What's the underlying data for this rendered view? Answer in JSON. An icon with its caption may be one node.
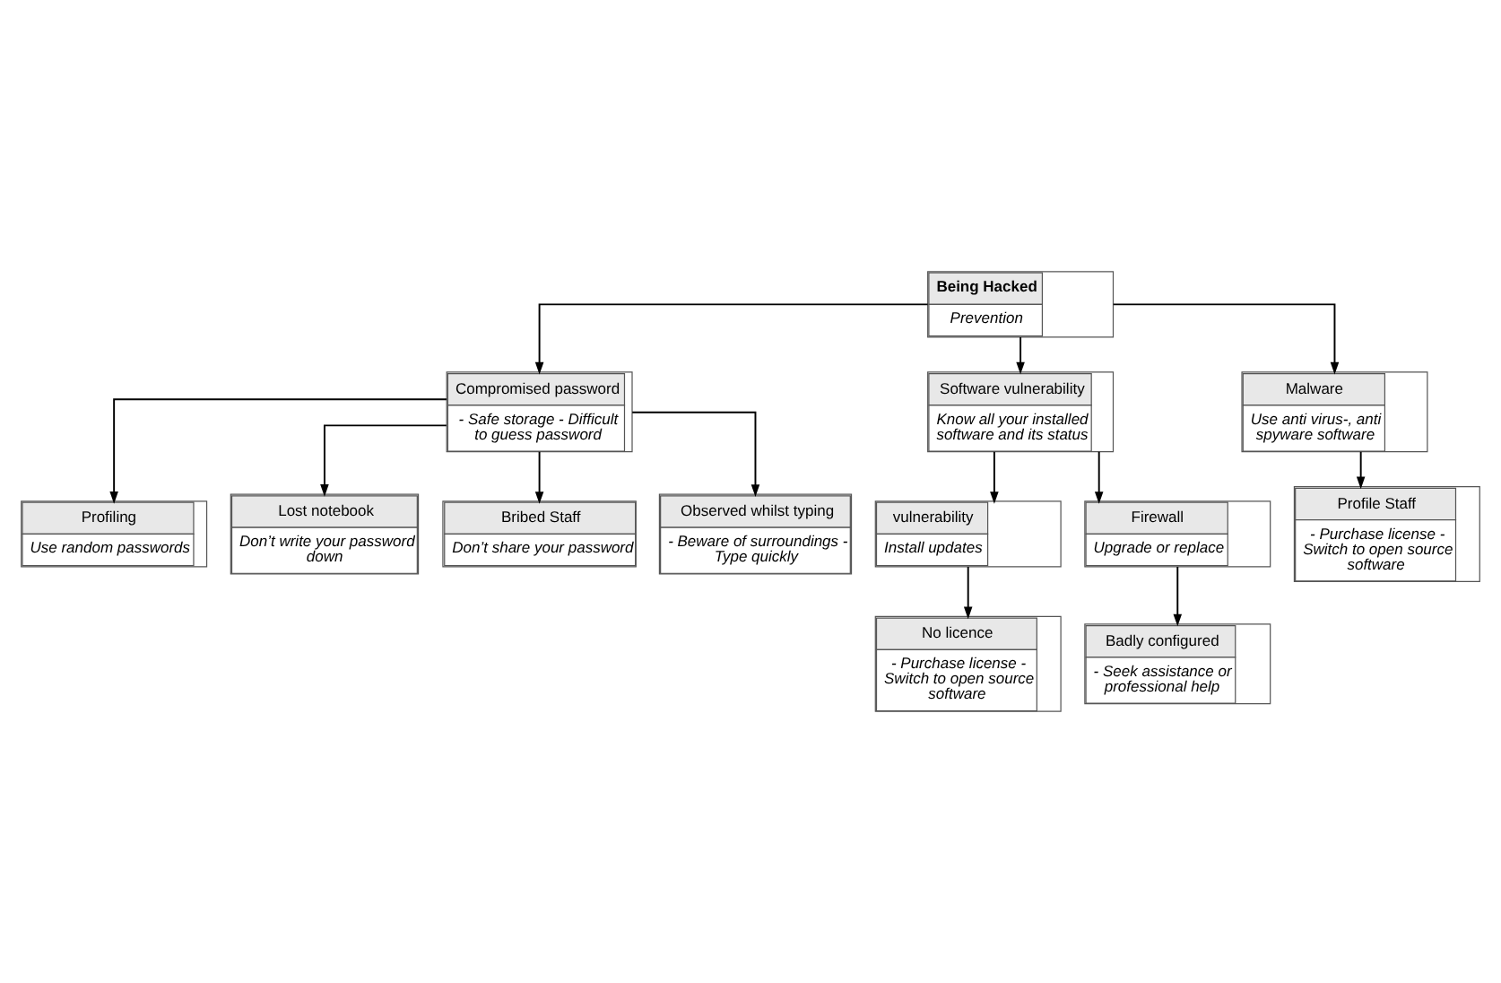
{
  "diagram": {
    "nodes": [
      {
        "text": [
          "Being Hacked",
          "Prevention"
        ]
      },
      {
        "text": [
          "Profiling",
          "Use random passwords"
        ]
      },
      {
        "text": [
          "Lost notebook",
          "Don’t write your password down"
        ]
      },
      {
        "text": [
          "Bribed Staff",
          "Don’t share your password"
        ]
      },
      {
        "text": [
          "Compromised password",
          "- Safe storage - Difficult to guess password"
        ]
      },
      {
        "text": [
          "Software vulnerability",
          "Know all your installed software and its status"
        ]
      },
      {
        "text": [
          "Malware",
          "Use anti virus-, anti spyware software"
        ]
      },
      {
        "text": [
          "Observed whilst typing",
          "- Beware of surroundings - Type quickly"
        ]
      },
      {
        "text": [
          "Profile Staff",
          "- Purchase license - Switch to open source software"
        ]
      },
      {
        "text": [
          "vulnerability",
          "Install updates"
        ]
      },
      {
        "text": [
          "Firewall",
          "Upgrade or replace"
        ]
      },
      {
        "text": [
          "No licence",
          "- Purchase license - Switch to open source software"
        ]
      },
      {
        "text": [
          "Badly configured",
          "- Seek assistance or professional help"
        ]
      }
    ],
    "edges": [
      {
        "from": 0,
        "to": 4,
        "arrow": "to"
      },
      {
        "from": 0,
        "to": 5,
        "arrow": "to"
      },
      {
        "from": 0,
        "to": 6,
        "arrow": "to"
      },
      {
        "from": 4,
        "to": 1,
        "arrow": "to"
      },
      {
        "from": 4,
        "to": 2,
        "arrow": "to"
      },
      {
        "from": 4,
        "to": 3,
        "arrow": "to"
      },
      {
        "from": 4,
        "to": 7,
        "arrow": "to"
      },
      {
        "from": 6,
        "to": 8,
        "arrow": "to"
      },
      {
        "from": 5,
        "to": 9,
        "arrow": "to"
      },
      {
        "from": 5,
        "to": 10,
        "arrow": "to"
      },
      {
        "from": 9,
        "to": 11,
        "arrow": "to"
      },
      {
        "from": 10,
        "to": 12,
        "arrow": "to"
      }
    ]
  }
}
